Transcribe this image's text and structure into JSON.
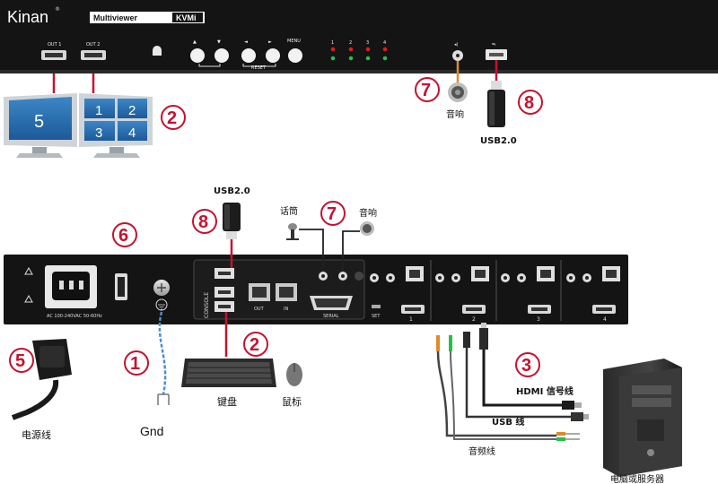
{
  "brand": {
    "logo": "Kinan",
    "tm": "®",
    "model_prefix": "Multiviewer",
    "model_badge": "KVMi"
  },
  "colors": {
    "panel": "#141414",
    "badge_red": "#c8102e",
    "cable_orange": "#e08a2a",
    "cable_red": "#c8102e",
    "ground_blue": "#4b8fd1",
    "led_red": "#e01b1b",
    "led_green": "#23c04a"
  },
  "front_panel": {
    "out1": "OUT 1",
    "out2": "OUT 2",
    "button_up": "▲",
    "button_down": "▼",
    "button_left": "◄",
    "button_right": "►",
    "menu_label": "MENU",
    "reset_label": "RESET",
    "led_labels": [
      "1",
      "2",
      "3",
      "4"
    ]
  },
  "monitors": {
    "single_screen": "5",
    "quad_screens": [
      "1",
      "2",
      "3",
      "4"
    ]
  },
  "callouts": {
    "c1": "1",
    "c2": "2",
    "c3": "3",
    "c5": "5",
    "c6": "6",
    "c7": "7",
    "c8": "8"
  },
  "labels": {
    "speaker_top": "音响",
    "usb_top": "USB2.0",
    "usb_rear": "USB2.0",
    "mic": "话筒",
    "speaker_rear": "音响",
    "keyboard": "键盘",
    "mouse": "鼠标",
    "gnd": "Gnd",
    "power_cable": "电源线",
    "hdmi_cable": "HDMI 信号线",
    "usb_cable": "USB 线",
    "audio_cable": "音频线",
    "computer": "电脑或服务器"
  },
  "rear_panel": {
    "power_spec": "AC 100-240VAC 50-60Hz",
    "console_label": "CONSOLE",
    "out_label": "OUT",
    "in_label": "IN",
    "serial_label": "SERIAL",
    "set_label": "SET",
    "port_numbers": [
      "1",
      "2",
      "3",
      "4"
    ]
  }
}
